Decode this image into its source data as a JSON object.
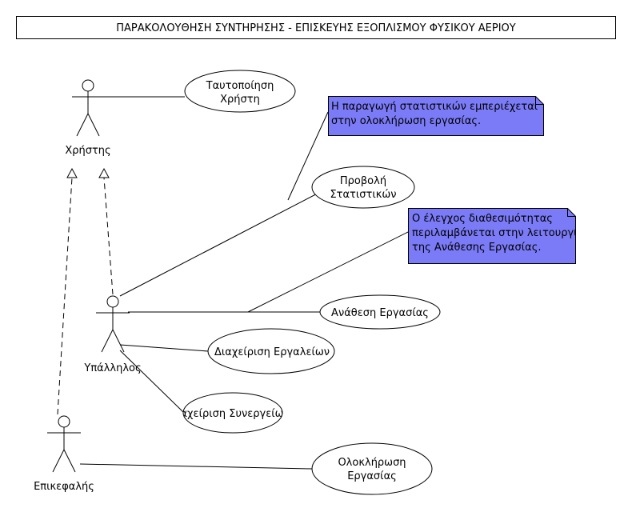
{
  "title": "ΠΑΡΑΚΟΛΟΥΘΗΣΗ ΣΥΝΤΗΡΗΣΗΣ - ΕΠΙΣΚΕΥΗΣ ΕΞΟΠΛΙΣΜΟΥ ΦΥΣΙΚΟΥ ΑΕΡΙΟΥ",
  "actors": {
    "user": "Χρήστης",
    "employee": "Υπάλληλος",
    "head": "Επικεφαλής"
  },
  "use_cases": {
    "authentication": [
      "Ταυτοποίηση",
      "Χρήστη"
    ],
    "statistics": [
      "Προβολή",
      "Στατιστικών"
    ],
    "assignment": [
      "Ανάθεση Εργασίας"
    ],
    "tools": [
      "Διαχείριση Εργαλείων"
    ],
    "workshops": [
      "Διαχείριση Συνεργείων"
    ],
    "completion": [
      "Ολοκλήρωση",
      "Εργασίας"
    ]
  },
  "notes": {
    "statistics_note": [
      "Η παραγωγή στατιστικών εμπεριέχεται",
      "στην ολοκλήρωση εργασίας."
    ],
    "availability_note": [
      "Ο έλεγχος διαθεσιμότητας",
      "περιλαμβάνεται στην λειτουργία",
      "της Ανάθεσης Εργασίας."
    ]
  },
  "colors": {
    "note_fill": "#7b7bf7",
    "line": "#000000"
  }
}
